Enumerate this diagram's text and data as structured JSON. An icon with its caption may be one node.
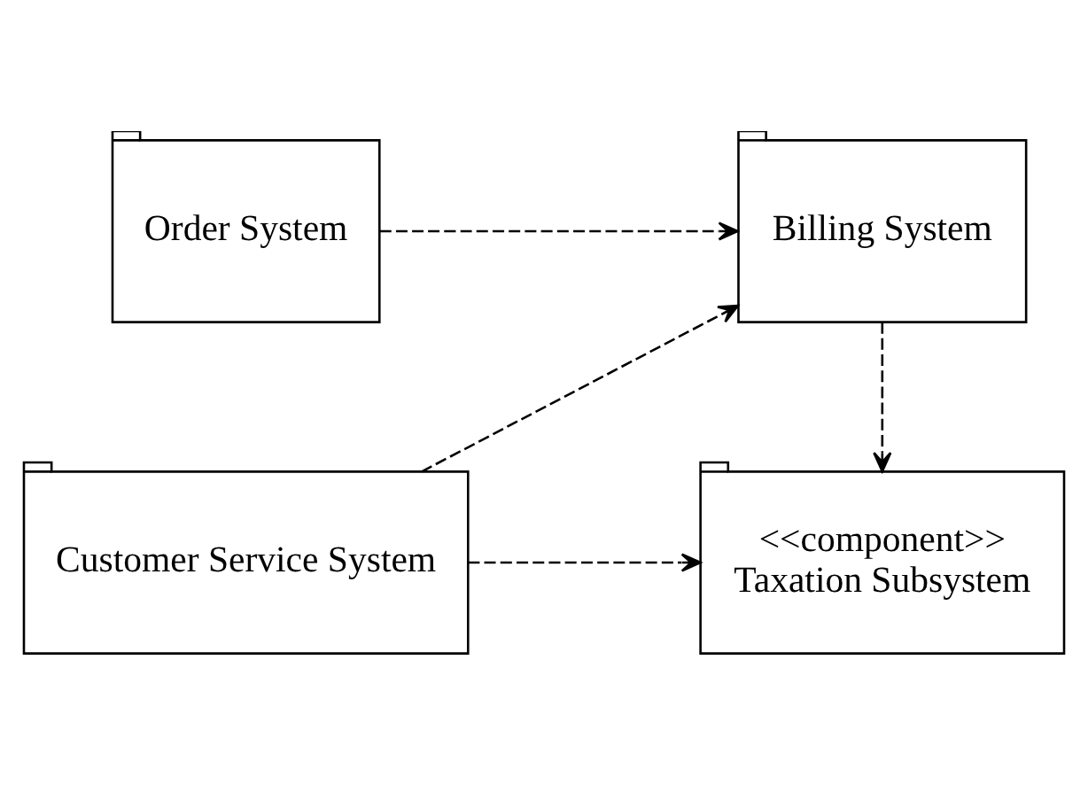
{
  "diagram": {
    "nodes": [
      {
        "text": [
          "Order System"
        ]
      },
      {
        "text": [
          "Billing System"
        ]
      },
      {
        "text": [
          "Customer Service System"
        ]
      },
      {
        "text": [
          "<<component>>",
          "Taxation Subsystem"
        ]
      }
    ],
    "edges": [
      {
        "from": 0,
        "to": 1,
        "arrow": "to",
        "style": "dashed"
      },
      {
        "from": 2,
        "to": 1,
        "arrow": "to",
        "style": "dashed"
      },
      {
        "from": 2,
        "to": 3,
        "arrow": "to",
        "style": "dashed"
      },
      {
        "from": 1,
        "to": 3,
        "arrow": "to",
        "style": "dashed"
      }
    ]
  }
}
